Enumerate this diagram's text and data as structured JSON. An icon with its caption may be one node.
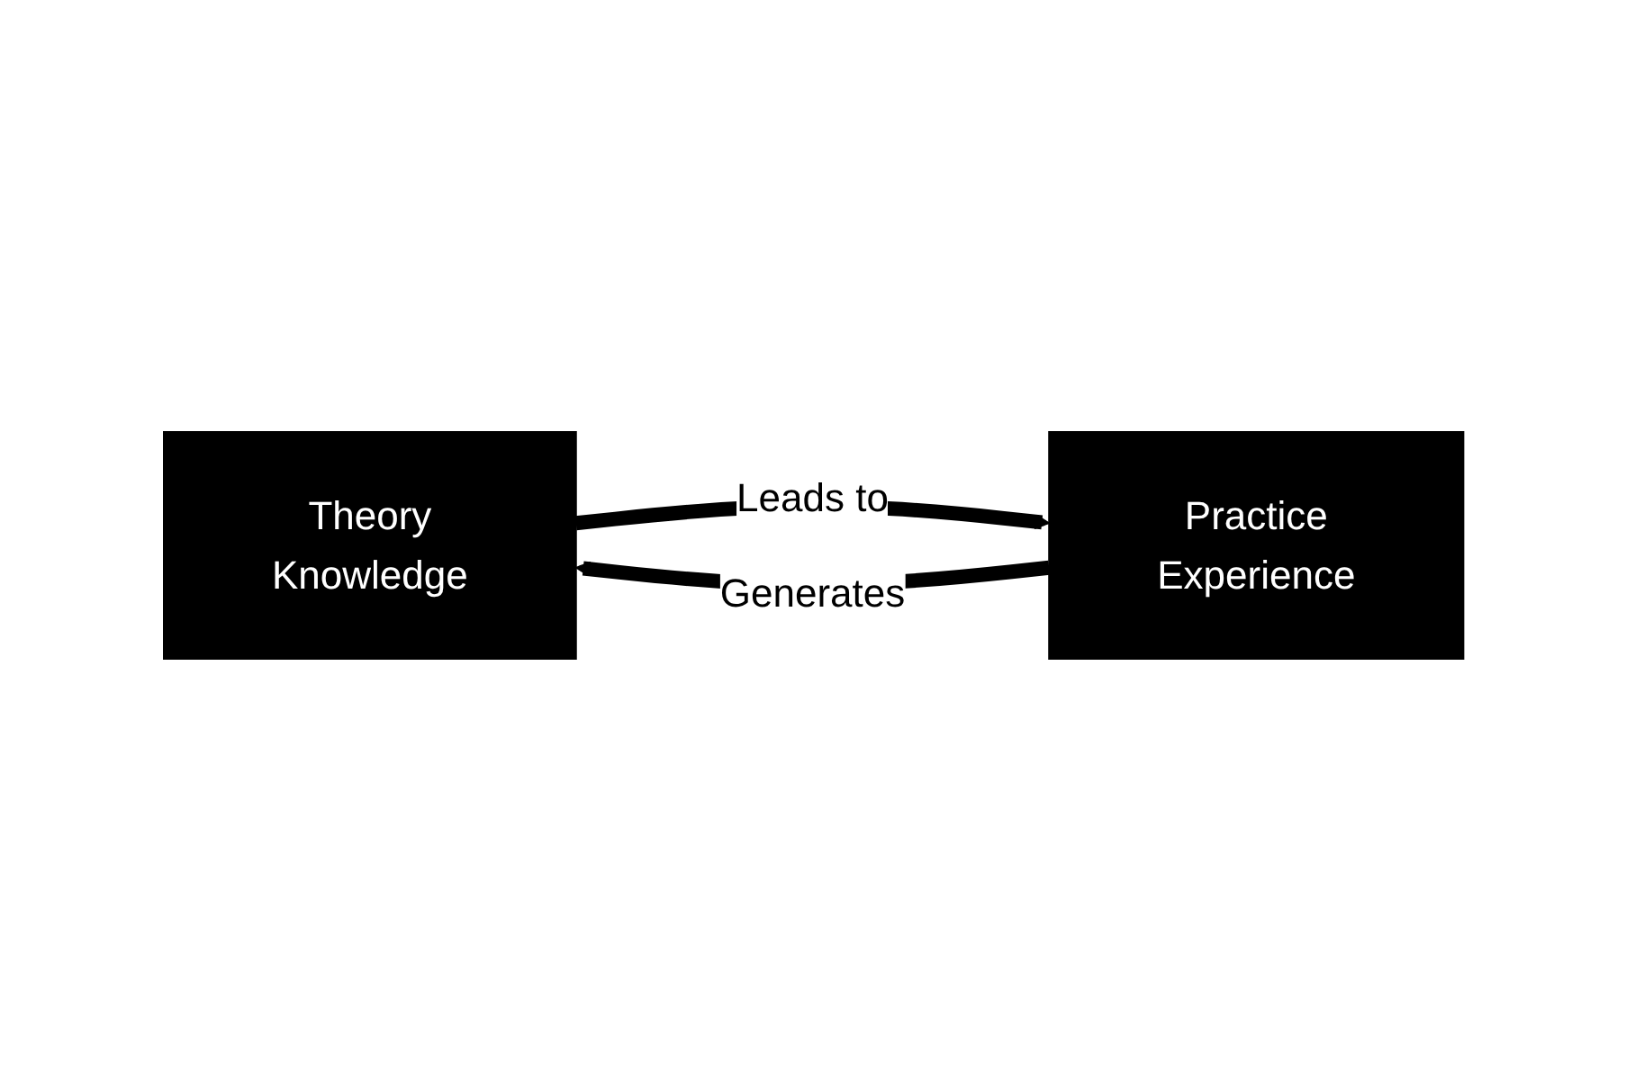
{
  "diagram": {
    "nodes": [
      {
        "text": [
          "Theory",
          "Knowledge"
        ]
      },
      {
        "text": [
          "Practice",
          "Experience"
        ]
      }
    ],
    "edges": [
      {
        "from": 0,
        "to": 1,
        "arrow": "to",
        "label": "Leads to"
      },
      {
        "from": 1,
        "to": 0,
        "arrow": "to",
        "label": "Generates"
      }
    ]
  }
}
